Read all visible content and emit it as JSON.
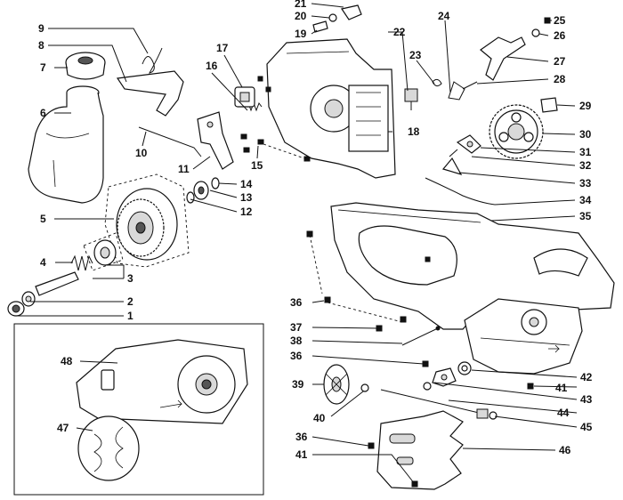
{
  "callouts": [
    {
      "id": "c1",
      "text": "1"
    },
    {
      "id": "c2",
      "text": "2"
    },
    {
      "id": "c3",
      "text": "3"
    },
    {
      "id": "c4",
      "text": "4"
    },
    {
      "id": "c5",
      "text": "5"
    },
    {
      "id": "c6",
      "text": "6"
    },
    {
      "id": "c7",
      "text": "7"
    },
    {
      "id": "c8",
      "text": "8"
    },
    {
      "id": "c9",
      "text": "9"
    },
    {
      "id": "c10",
      "text": "10"
    },
    {
      "id": "c11",
      "text": "11"
    },
    {
      "id": "c12",
      "text": "12"
    },
    {
      "id": "c13",
      "text": "13"
    },
    {
      "id": "c14",
      "text": "14"
    },
    {
      "id": "c15",
      "text": "15"
    },
    {
      "id": "c16",
      "text": "16"
    },
    {
      "id": "c17",
      "text": "17"
    },
    {
      "id": "c18",
      "text": "18"
    },
    {
      "id": "c19",
      "text": "19"
    },
    {
      "id": "c20",
      "text": "20"
    },
    {
      "id": "c21",
      "text": "21"
    },
    {
      "id": "c22",
      "text": "22"
    },
    {
      "id": "c23",
      "text": "23"
    },
    {
      "id": "c24",
      "text": "24"
    },
    {
      "id": "c25",
      "text": "25"
    },
    {
      "id": "c26",
      "text": "26"
    },
    {
      "id": "c27",
      "text": "27"
    },
    {
      "id": "c28",
      "text": "28"
    },
    {
      "id": "c29",
      "text": "29"
    },
    {
      "id": "c30",
      "text": "30"
    },
    {
      "id": "c31",
      "text": "31"
    },
    {
      "id": "c32",
      "text": "32"
    },
    {
      "id": "c33",
      "text": "33"
    },
    {
      "id": "c34",
      "text": "34"
    },
    {
      "id": "c35",
      "text": "35"
    },
    {
      "id": "c36a",
      "text": "36"
    },
    {
      "id": "c36b",
      "text": "36"
    },
    {
      "id": "c36c",
      "text": "36"
    },
    {
      "id": "c37",
      "text": "37"
    },
    {
      "id": "c38",
      "text": "38"
    },
    {
      "id": "c39",
      "text": "39"
    },
    {
      "id": "c40",
      "text": "40"
    },
    {
      "id": "c41a",
      "text": "41"
    },
    {
      "id": "c41b",
      "text": "41"
    },
    {
      "id": "c42",
      "text": "42"
    },
    {
      "id": "c43",
      "text": "43"
    },
    {
      "id": "c44",
      "text": "44"
    },
    {
      "id": "c45",
      "text": "45"
    },
    {
      "id": "c46",
      "text": "46"
    },
    {
      "id": "c47",
      "text": "47"
    },
    {
      "id": "c48",
      "text": "48"
    }
  ]
}
